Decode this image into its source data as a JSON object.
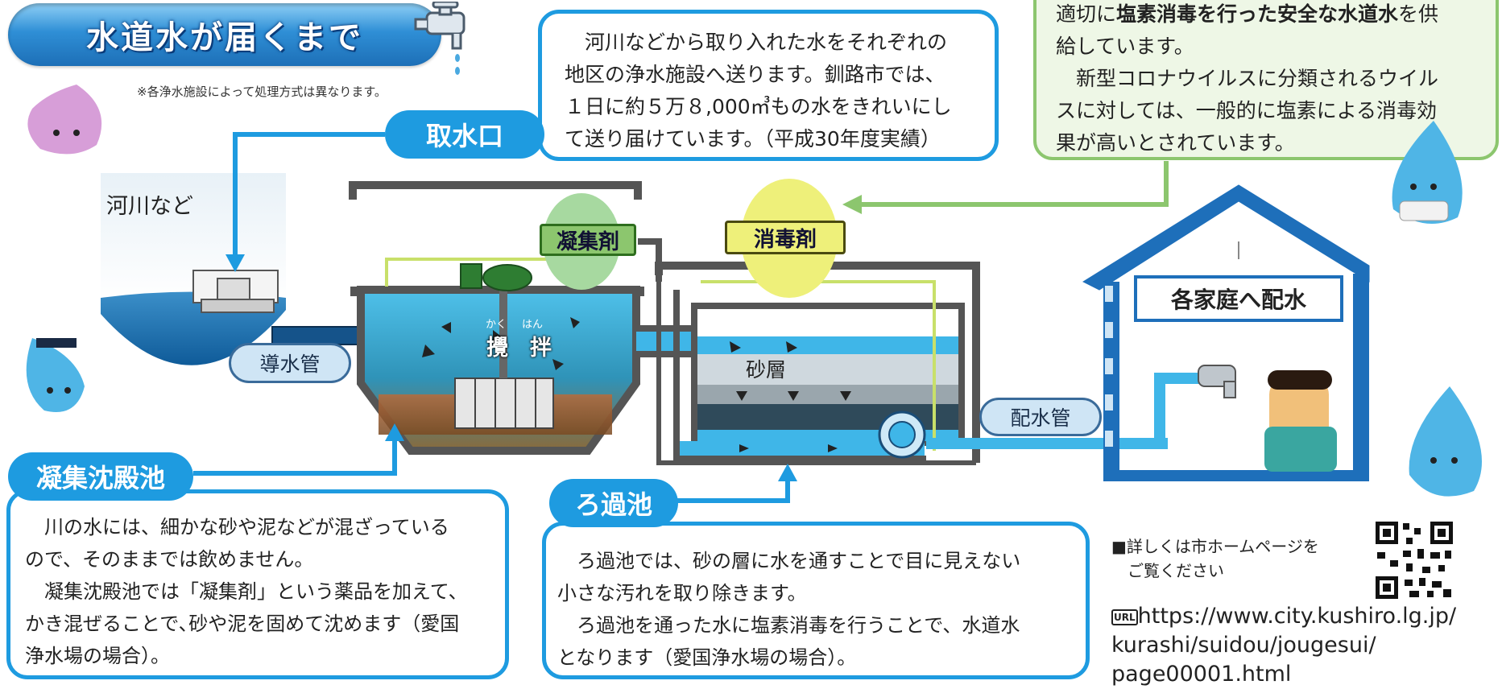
{
  "title": "水道水が届くまで",
  "note": "※各浄水施設によって処理方式は異なります。",
  "intake": {
    "label": "取水口",
    "text": "　河川などから取り入れた水をそれぞれの\n地区の浄水施設へ送ります。釧路市では、\n１日に約５万８,000㎥もの水をきれいにし\nて送り届けています。（平成30年度実績）"
  },
  "disinfection_box": {
    "line1_pre": "適切に",
    "line1_bold": "塩素消毒を行った安全な水道水",
    "line1_post": "を供",
    "line2": "給しています。",
    "line3": "　新型コロナウイルスに分類されるウイル",
    "line4": "スに対しては、一般的に塩素による消毒効",
    "line5": "果が高いとされています。"
  },
  "diagram": {
    "river_label": "河川など",
    "pipe_label": "導水管",
    "coagulant_label": "凝集剤",
    "disinfectant_label": "消毒剤",
    "stir_label": "攪　拌",
    "stir_ruby_1": "かく",
    "stir_ruby_2": "はん",
    "sand_label": "砂層",
    "distribution_pipe_label": "配水管",
    "home_label": "各家庭へ配水"
  },
  "sedimentation": {
    "label": "凝集沈殿池",
    "text": "　川の水には、細かな砂や泥などが混ざっている\nので、そのままでは飲めません。\n　凝集沈殿池では「凝集剤」という薬品を加えて、\nかき混ぜることで､砂や泥を固めて沈めます（愛国\n浄水場の場合）。"
  },
  "filtration": {
    "label": "ろ過池",
    "text": "　ろ過池では、砂の層に水を通すことで目に見えない\n小さな汚れを取り除きます。\n　ろ過池を通った水に塩素消毒を行うことで、水道水\nとなります（愛国浄水場の場合）。"
  },
  "info": {
    "line1": "■詳しくは市ホームページを",
    "line2": "ご覧ください",
    "url_icon_text": "URL",
    "url": "https://www.city.kushiro.lg.jp/\nkurashi/suidou/jougesui/\npage00001.html"
  },
  "colors": {
    "brand_blue": "#1e9be0",
    "green": "#8cc66e",
    "water": "#3fb6e8"
  }
}
